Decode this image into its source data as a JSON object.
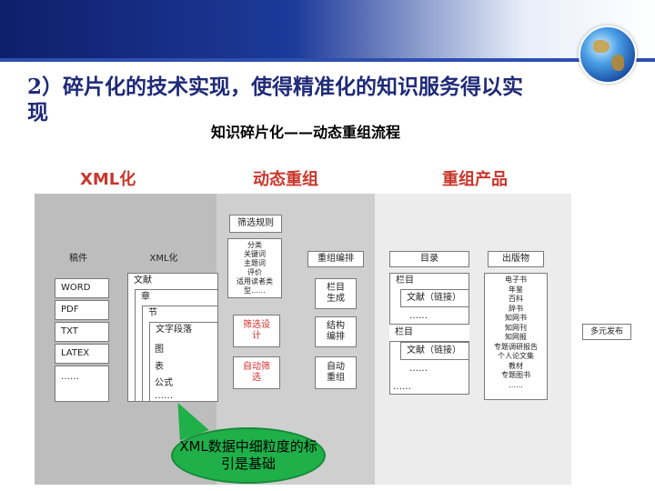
{
  "header": {
    "title": "2）碎片化的技术实现，使得精准化的知识服务得以实现",
    "subtitle": "知识碎片化——动态重组流程"
  },
  "sections": {
    "xml": "XML化",
    "dynamic": "动态重组",
    "product": "重组产品"
  },
  "rules_box": "筛选规则",
  "manuscript": {
    "header": "稿件",
    "items": [
      "WORD",
      "PDF",
      "TXT",
      "LATEX",
      "……"
    ]
  },
  "xml_tree": {
    "header": "XML化",
    "levels": [
      "文献",
      "章",
      "节",
      "文字段落",
      "图",
      "表",
      "公式",
      "……"
    ]
  },
  "rules_list": {
    "lines": [
      "分类",
      "关键词",
      "主题词",
      "评价",
      "适用读者类",
      "型……"
    ]
  },
  "reorg": {
    "header": "重组编排",
    "items": [
      "栏目生成",
      "结构编排",
      "自动重组"
    ]
  },
  "filter": {
    "manual": "筛选设计",
    "auto": "自动筛选"
  },
  "catalog": {
    "header": "目录",
    "col1": "栏目",
    "link1": "文献（链接）",
    "dots1": "……",
    "col2": "栏目",
    "link2": "文献（链接）",
    "dots2": "……",
    "dots3": "……"
  },
  "publications": {
    "header": "出版物",
    "items": [
      "电子书",
      "年鉴",
      "百科",
      "辞书",
      "知网书",
      "知网刊",
      "知网报",
      "专题调研报告",
      "个人论文集",
      "教材",
      "专题图书",
      "……"
    ]
  },
  "release": "多元发布",
  "bubble": "XML数据中细粒度的标引是基础",
  "colors": {
    "title": "#1f2a78",
    "section": "#c9372c",
    "bubble": "#1fb04a",
    "red_text": "#d52b2b"
  }
}
